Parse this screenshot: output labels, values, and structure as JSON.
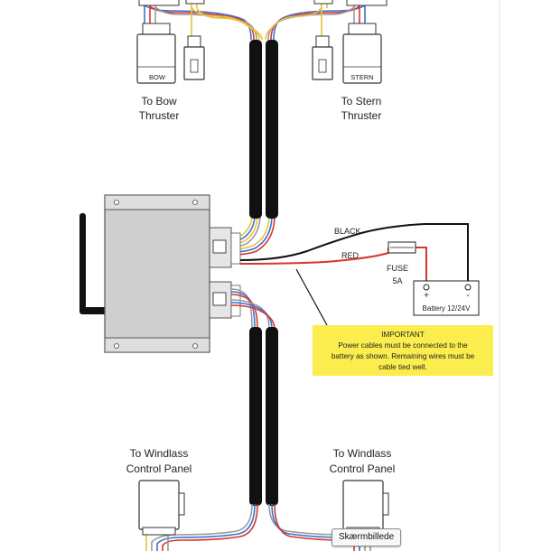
{
  "labels": {
    "bow_connector": "BOW",
    "stern_connector": "STERN",
    "to_bow_line1": "To Bow",
    "to_bow_line2": "Thruster",
    "to_stern_line1": "To Stern",
    "to_stern_line2": "Thruster",
    "black_wire": "BLACK",
    "red_wire": "RED",
    "fuse_line1": "FUSE",
    "fuse_line2": "5A",
    "battery": "Battery 12/24V",
    "battery_plus": "+",
    "battery_minus": "-",
    "windlass_left_line1": "To Windlass",
    "windlass_left_line2": "Control Panel",
    "windlass_right_line1": "To Windlass",
    "windlass_right_line2": "Control Panel"
  },
  "important_note": {
    "title": "IMPORTANT",
    "line1": "Power cables must be connected to the",
    "line2": "battery as shown. Remaining wires must be",
    "line3": "cable tied well."
  },
  "tooltip": {
    "text": "Skærmbillede"
  },
  "colors": {
    "wire_yellow": "#e8c23a",
    "wire_blue": "#3c6fd1",
    "wire_red": "#d6352f",
    "wire_gray": "#9a9a9a",
    "wire_black": "#111111",
    "note_background": "#fbed4e",
    "sleeve": "#111111"
  }
}
